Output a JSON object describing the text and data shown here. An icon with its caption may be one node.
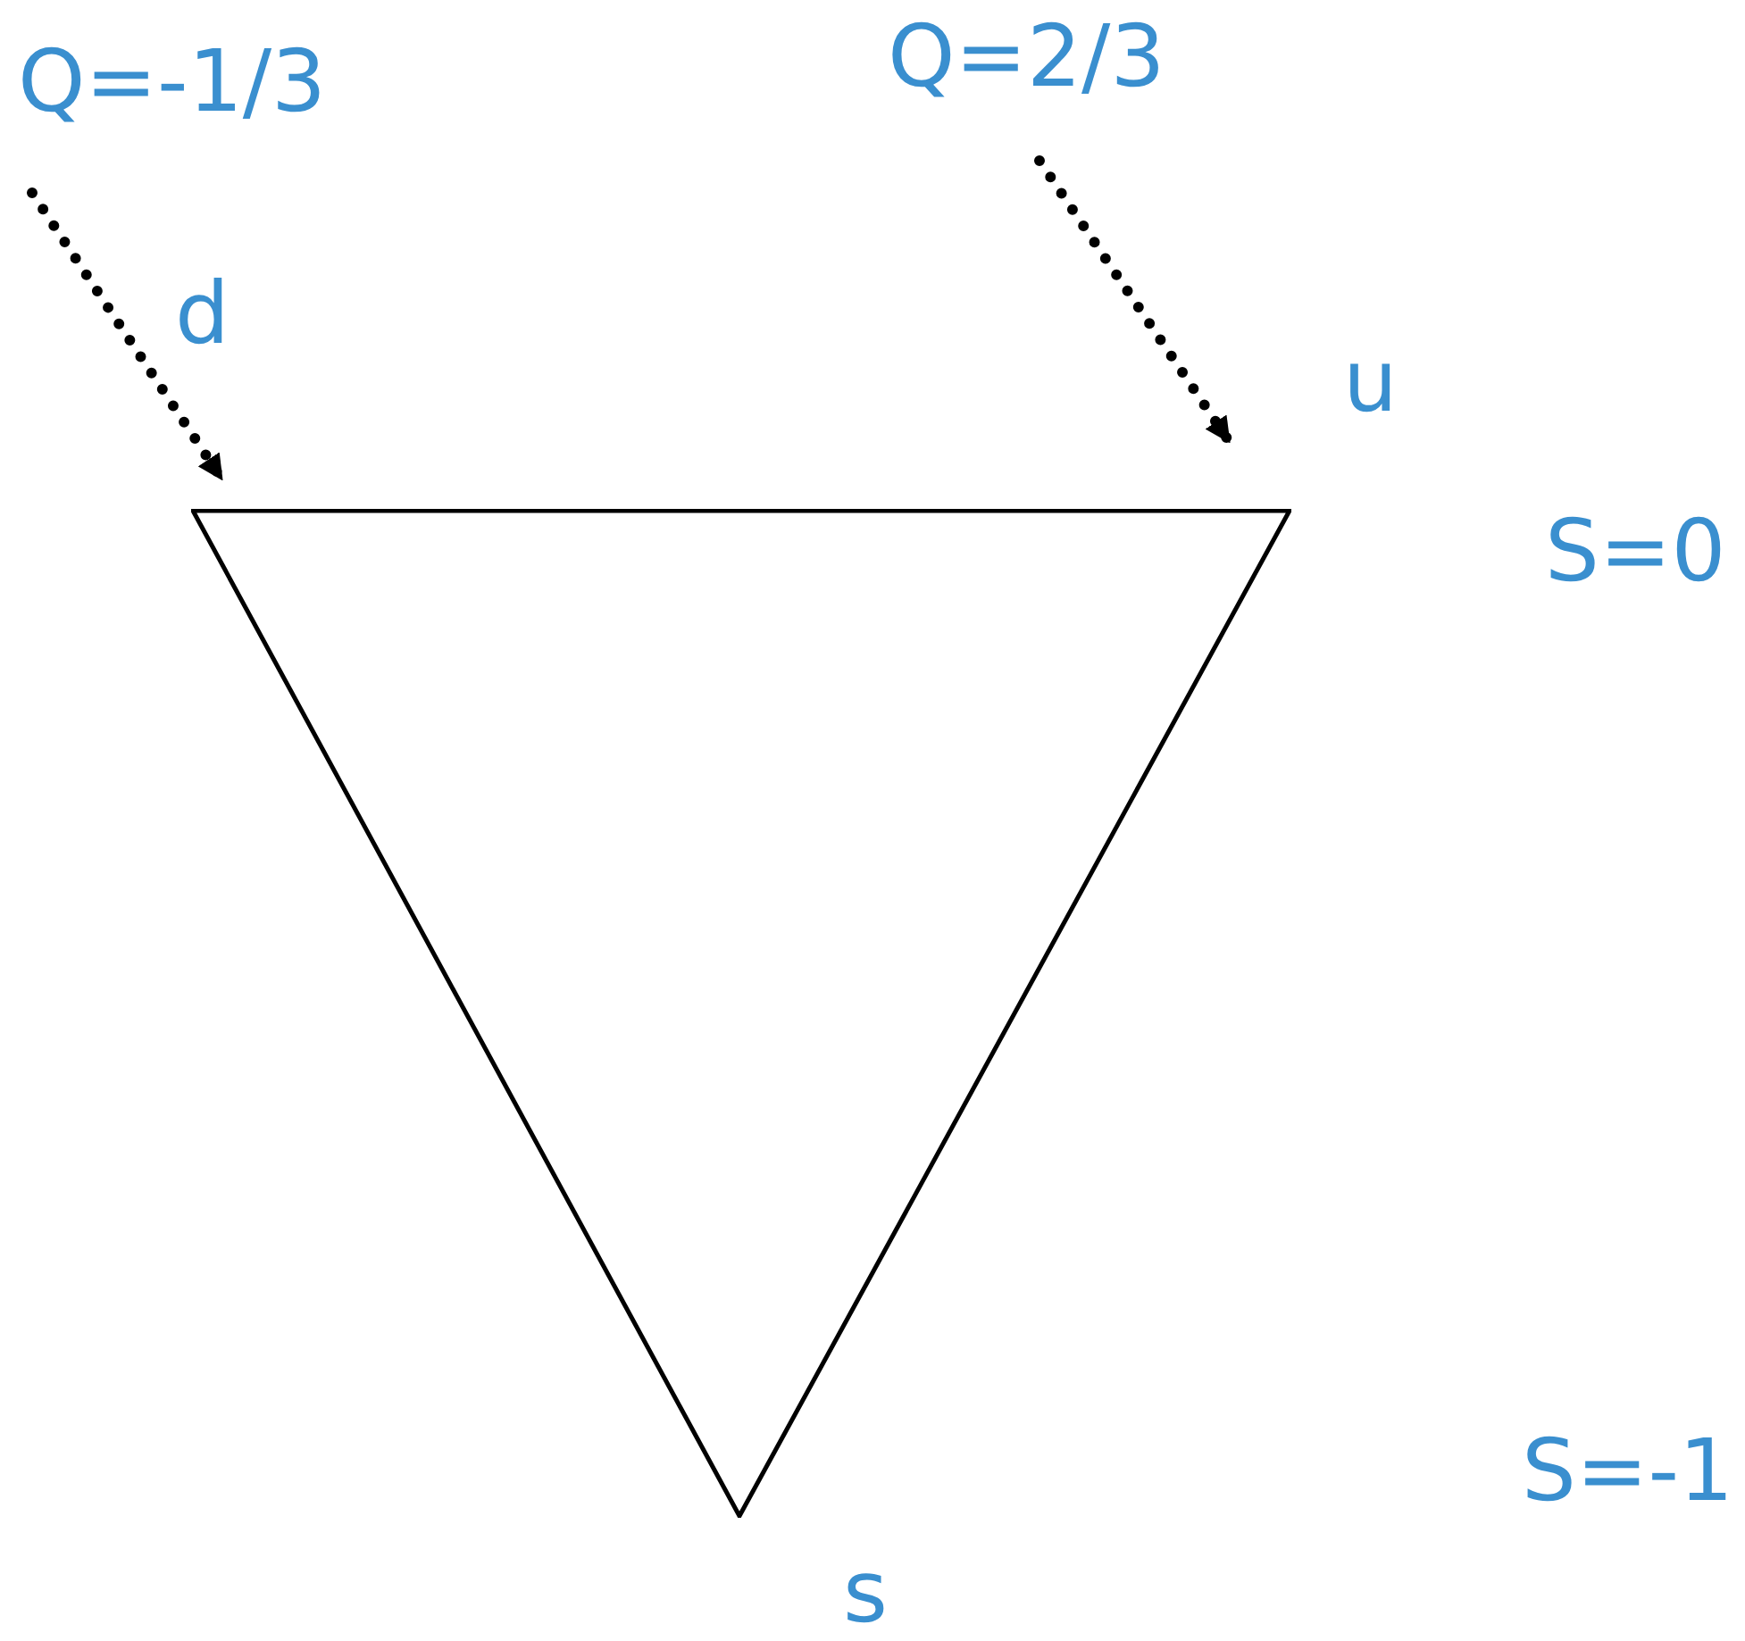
{
  "diagram": {
    "nodes": [
      {
        "text": [
          "Q=-1/3"
        ]
      },
      {
        "text": [
          "Q=2/3"
        ]
      },
      {
        "text": [],
        "shape": "triangle",
        "beside": [
          "d",
          "u",
          "s"
        ]
      }
    ],
    "edges": [
      {
        "from": 0,
        "to": 2,
        "arrow": "to",
        "style": "dashed"
      },
      {
        "from": 1,
        "to": 2,
        "arrow": "to",
        "style": "dashed"
      }
    ],
    "labels": [
      "S=0",
      "S=-1"
    ]
  }
}
